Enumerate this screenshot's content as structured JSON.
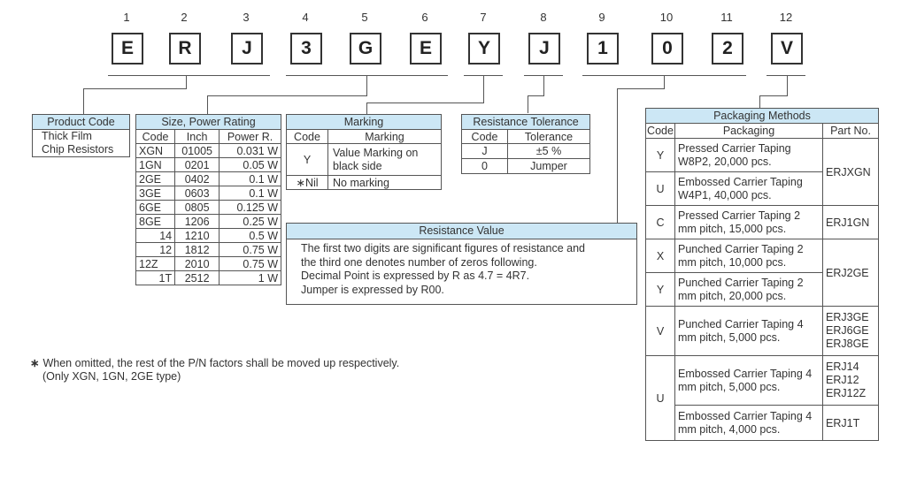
{
  "positions": [
    "1",
    "2",
    "3",
    "4",
    "5",
    "6",
    "7",
    "8",
    "9",
    "10",
    "11",
    "12"
  ],
  "letters": [
    "E",
    "R",
    "J",
    "3",
    "G",
    "E",
    "Y",
    "J",
    "1",
    "0",
    "2",
    "V"
  ],
  "product_code": {
    "title": "Product Code",
    "body": [
      "Thick Film",
      "Chip Resistors"
    ]
  },
  "size_power": {
    "title": "Size, Power Rating",
    "headers": [
      "Code",
      "Inch",
      "Power R."
    ],
    "rows": [
      [
        "XGN",
        "01005",
        "0.031 W"
      ],
      [
        "1GN",
        "0201",
        "0.05 W"
      ],
      [
        "2GE",
        "0402",
        "0.1 W"
      ],
      [
        "3GE",
        "0603",
        "0.1 W"
      ],
      [
        "6GE",
        "0805",
        "0.125 W"
      ],
      [
        "8GE",
        "1206",
        "0.25 W"
      ],
      [
        "14",
        "1210",
        "0.5 W"
      ],
      [
        "12",
        "1812",
        "0.75 W"
      ],
      [
        "12Z",
        "2010",
        "0.75 W"
      ],
      [
        "1T",
        "2512",
        "1 W"
      ]
    ]
  },
  "marking": {
    "title": "Marking",
    "headers": [
      "Code",
      "Marking"
    ],
    "rows": [
      [
        "Y",
        "Value Marking on black side"
      ],
      [
        "∗Nil",
        "No marking"
      ]
    ]
  },
  "tolerance": {
    "title": "Resistance Tolerance",
    "headers": [
      "Code",
      "Tolerance"
    ],
    "rows": [
      [
        "J",
        "±5 %"
      ],
      [
        "0",
        "Jumper"
      ]
    ]
  },
  "resistance_value": {
    "title": "Resistance Value",
    "lines": [
      "The first two digits are significant figures of resistance and",
      "the third one denotes number of zeros following.",
      "Decimal Point is expressed by R as 4.7 = 4R7.",
      "Jumper is expressed by R00."
    ]
  },
  "packaging": {
    "title": "Packaging Methods",
    "headers": [
      "Code",
      "Packaging",
      "Part No."
    ],
    "rows": [
      {
        "code": "Y",
        "pack": "Pressed Carrier Taping W8P2, 20,000 pcs."
      },
      {
        "code": "U",
        "pack": "Embossed Carrier Taping W4P1, 40,000 pcs."
      },
      {
        "code": "C",
        "pack": "Pressed Carrier Taping 2 mm pitch, 15,000 pcs."
      },
      {
        "code": "X",
        "pack": "Punched Carrier Taping 2 mm pitch, 10,000 pcs."
      },
      {
        "code": "Y",
        "pack": "Punched Carrier Taping 2 mm pitch, 20,000 pcs."
      },
      {
        "code": "V",
        "pack": "Punched Carrier Taping 4 mm pitch, 5,000 pcs."
      },
      {
        "code": "U",
        "pack": "Embossed Carrier Taping 4 mm pitch, 5,000 pcs."
      },
      {
        "code": "",
        "pack": "Embossed Carrier Taping 4 mm pitch, 4,000 pcs."
      }
    ],
    "part_numbers": [
      "ERJXGN",
      "ERJ1GN",
      "ERJ2GE",
      "ERJ3GE ERJ6GE ERJ8GE",
      "ERJ14 ERJ12 ERJ12Z",
      "ERJ1T"
    ]
  },
  "note": {
    "mark": "∗",
    "line1": "When omitted, the rest of the P/N factors shall be moved up respectively.",
    "line2": "(Only XGN, 1GN, 2GE type)"
  }
}
